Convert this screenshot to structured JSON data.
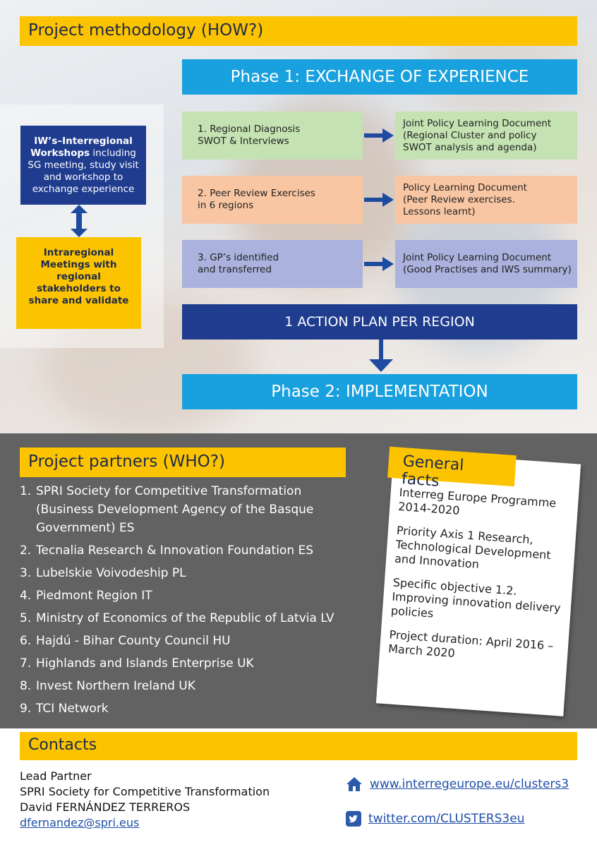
{
  "methodology": {
    "title": "Project methodology (HOW?)",
    "phase1": "Phase 1: EXCHANGE OF EXPERIENCE",
    "iw_bold": "IW’s–Interregional Workshops",
    "iw_rest": " including SG meeting, study visit and workshop to exchange experience",
    "intraregional": "Intraregional Meetings with regional stakeholders to share and validate",
    "steps": [
      {
        "number": "1.",
        "line1": "Regional Diagnosis",
        "line2": "SWOT & Interviews"
      },
      {
        "number": "2.",
        "line1": "Peer Review Exercises",
        "line2": "in 6 regions"
      },
      {
        "number": "3.",
        "line1": "GP’s identified",
        "line2": "and transferred"
      }
    ],
    "outputs": [
      {
        "line1": "Joint Policy Learning Document",
        "line2": "(Regional Cluster and policy",
        "line3": "SWOT analysis and agenda)"
      },
      {
        "line1": "Policy Learning Document",
        "line2": "(Peer Review exercises.",
        "line3": "Lessons learnt)"
      },
      {
        "line1": "Joint Policy Learning Document",
        "line2": "(Good Practises and IWS summary)",
        "line3": ""
      }
    ],
    "action_plan": "1 ACTION PLAN PER REGION",
    "phase2": "Phase 2: IMPLEMENTATION"
  },
  "partners": {
    "title": "Project partners (WHO?)",
    "items": [
      {
        "n": "1.",
        "text": "SPRI Society for Competitive Transformation (Business Development Agency of the Basque Government) ES"
      },
      {
        "n": "2.",
        "text": "Tecnalia Research & Innovation Foundation ES"
      },
      {
        "n": "3.",
        "text": "Lubelskie Voivodeship PL"
      },
      {
        "n": "4.",
        "text": "Piedmont Region IT"
      },
      {
        "n": "5.",
        "text": "Ministry of Economics of the Republic of Latvia LV"
      },
      {
        "n": "6.",
        "text": "Hajdú - Bihar County Council HU"
      },
      {
        "n": "7.",
        "text": "Highlands and Islands Enterprise UK"
      },
      {
        "n": "8.",
        "text": "Invest Northern Ireland UK"
      },
      {
        "n": "9.",
        "text": "TCI Network"
      }
    ]
  },
  "facts": {
    "title": "General facts",
    "items": [
      "Interreg Europe Programme 2014-2020",
      "Priority Axis 1 Research, Technological Development and Innovation",
      "Specific objective 1.2. Improving innovation delivery policies",
      "Project duration: April 2016 – March 2020"
    ]
  },
  "contacts": {
    "title": "Contacts",
    "role": "Lead Partner",
    "org": "SPRI Society for Competitive Transformation",
    "person": "David FERNÁNDEZ TERREROS",
    "email": "dfernandez@spri.eus",
    "website": "www.interregeurope.eu/clusters3",
    "twitter": "twitter.com/CLUSTERS3eu"
  },
  "colors": {
    "yellow": "#fcc400",
    "light_blue": "#19a0de",
    "dark_blue": "#1f3c8f",
    "green": "#c5e3b2",
    "orange": "#f9c6a3",
    "lilac": "#aab2dd",
    "grey": "#626262"
  },
  "icons": [
    "house-icon",
    "twitter-icon"
  ]
}
